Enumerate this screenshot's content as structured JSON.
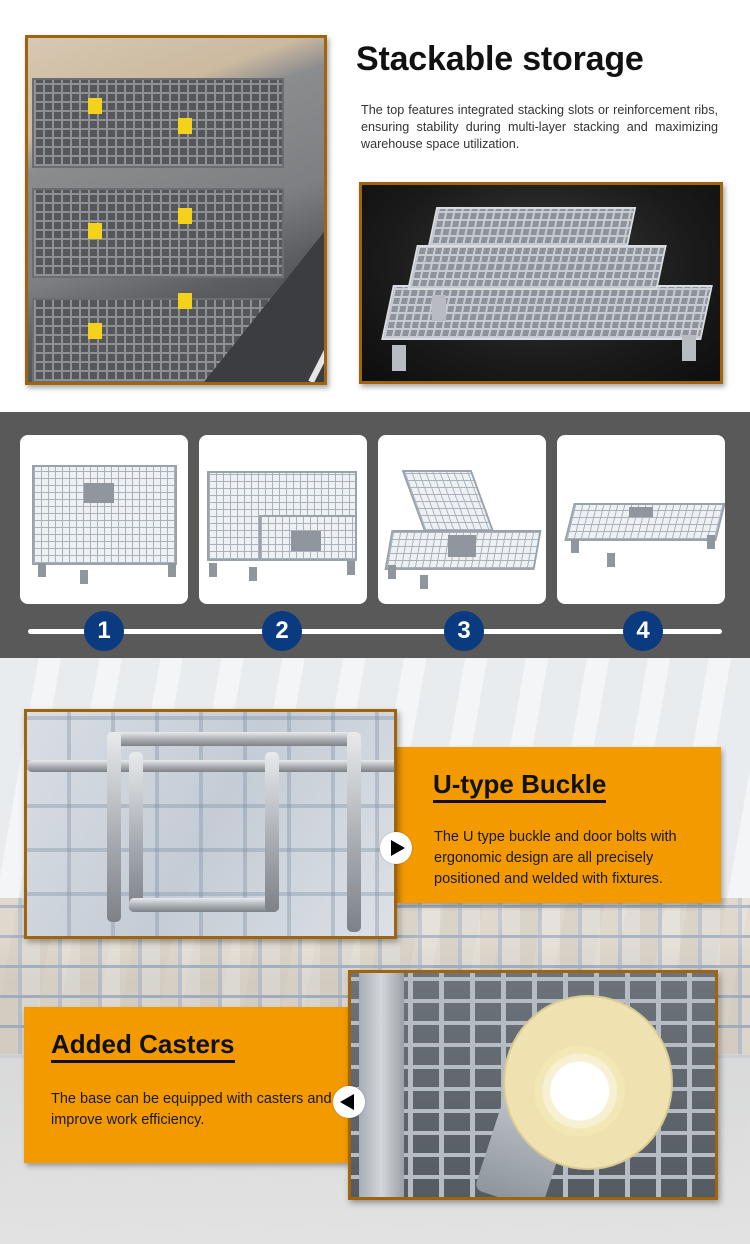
{
  "stackable": {
    "title": "Stackable storage",
    "description": "The top features integrated stacking slots or reinforcement ribs, ensuring stability during multi-layer stacking and maximizing warehouse space utilization.",
    "photo_left_alt": "Stacked wire mesh containers along a warehouse wall",
    "photo_right_alt": "Three collapsed wire containers stacked in tiers"
  },
  "folding_steps": {
    "background": "#595959",
    "badge_color": "#0a3a80",
    "steps": [
      {
        "number": "1",
        "image_alt": "Fully assembled wire container"
      },
      {
        "number": "2",
        "image_alt": "Front door panel half lowered"
      },
      {
        "number": "3",
        "image_alt": "Side panels folding inward"
      },
      {
        "number": "4",
        "image_alt": "Container fully collapsed flat"
      }
    ]
  },
  "features": {
    "accent_color": "#f29a00",
    "items": [
      {
        "title": "U-type Buckle",
        "description": "The U type buckle and door bolts with ergonomic design are all precisely positioned and welded with fixtures.",
        "image_alt": "Close-up of U-type buckle on wire mesh",
        "arrow": "right"
      },
      {
        "title": "Added Casters",
        "description": "The base can be equipped with casters and improve work efficiency.",
        "image_alt": "Close-up of caster wheel mounted under container",
        "arrow": "left"
      }
    ]
  }
}
